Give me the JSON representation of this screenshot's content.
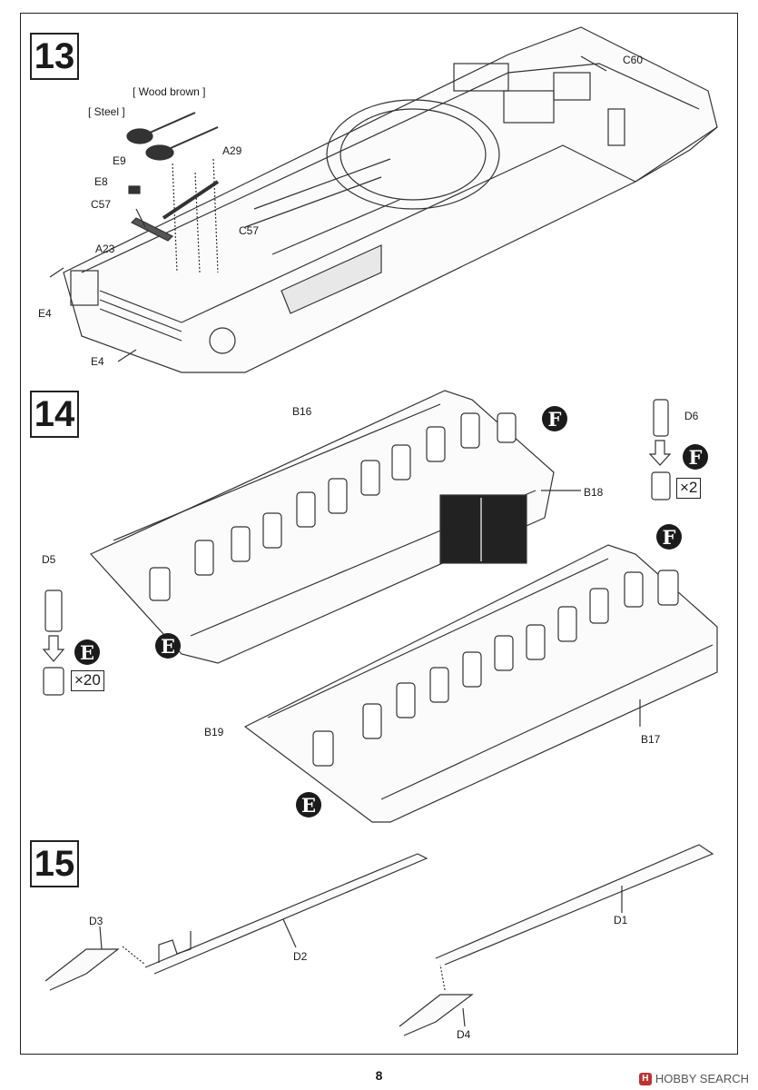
{
  "page_number": "8",
  "watermark": {
    "icon": "hobby-search-logo-icon",
    "text": "HOBBY SEARCH"
  },
  "steps": [
    {
      "number": "13",
      "labels": {
        "wood_brown": "[ Wood brown ]",
        "steel": "[ Steel ]",
        "e9": "E9",
        "a29": "A29",
        "e8": "E8",
        "c57_a": "C57",
        "c57_b": "C57",
        "a23": "A23",
        "e4_a": "E4",
        "e4_b": "E4",
        "c60": "C60"
      }
    },
    {
      "number": "14",
      "labels": {
        "b16": "B16",
        "b18": "B18",
        "d6": "D6",
        "d5": "D5",
        "b19": "B19",
        "b17": "B17"
      },
      "bubbles": {
        "f": "F",
        "e": "E"
      },
      "multipliers": {
        "f_x2": "×2",
        "e_x20": "×20"
      }
    },
    {
      "number": "15",
      "labels": {
        "d3": "D3",
        "d2": "D2",
        "d1": "D1",
        "d4": "D4"
      }
    }
  ]
}
